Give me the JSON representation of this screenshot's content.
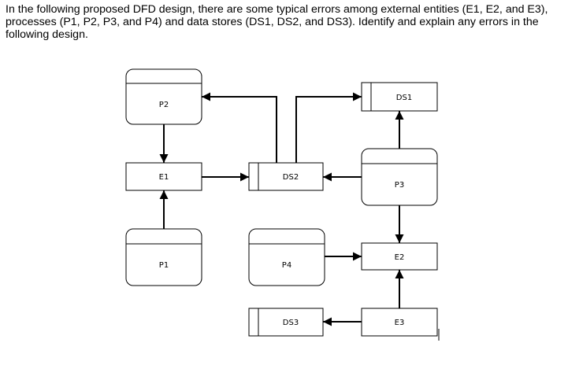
{
  "question": "In the following proposed DFD design, there are some typical errors among external entities (E1, E2, and E3), processes (P1, P2, P3, and P4) and data stores (DS1, DS2, and DS3). Identify and explain any errors in the following design.",
  "diagram": {
    "processes": {
      "p1": "P1",
      "p2": "P2",
      "p3": "P3",
      "p4": "P4"
    },
    "entities": {
      "e1": "E1",
      "e2": "E2",
      "e3": "E3"
    },
    "data_stores": {
      "ds1": "DS1",
      "ds2": "DS2",
      "ds3": "DS3"
    },
    "flows": [
      {
        "from": "P2",
        "to": "E1"
      },
      {
        "from": "P1",
        "to": "E1"
      },
      {
        "from": "E1",
        "to": "DS2"
      },
      {
        "from": "DS2",
        "to": "P2"
      },
      {
        "from": "DS2",
        "to": "DS1"
      },
      {
        "from": "P3",
        "to": "DS2"
      },
      {
        "from": "P3",
        "to": "DS1"
      },
      {
        "from": "P3",
        "to": "E2"
      },
      {
        "from": "P4",
        "to": "E2"
      },
      {
        "from": "E3",
        "to": "E2"
      },
      {
        "from": "E3",
        "to": "DS3"
      }
    ]
  }
}
